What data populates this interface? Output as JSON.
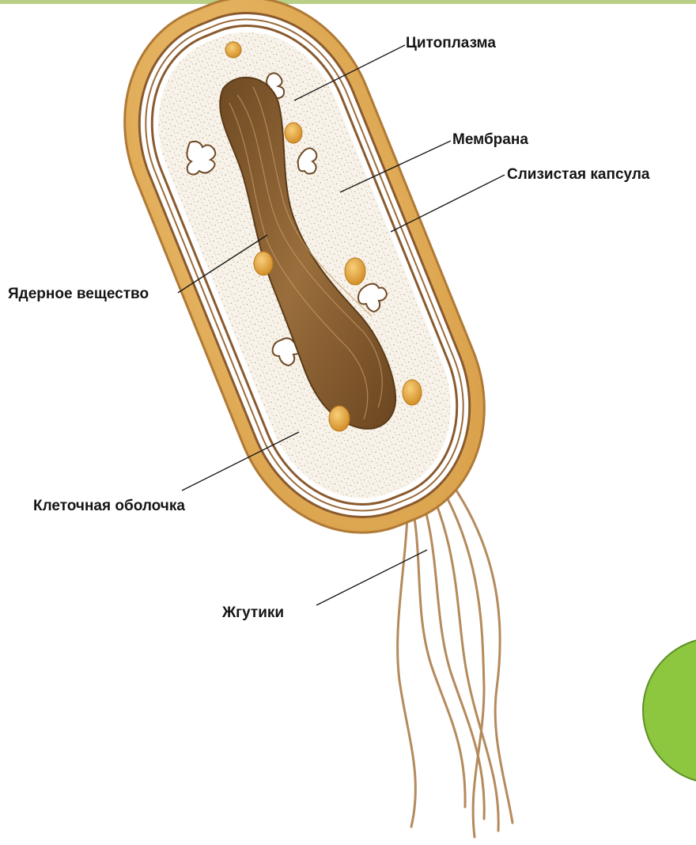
{
  "labels": {
    "cytoplasm": "Цитоплазма",
    "membrane": "Мембрана",
    "slime_capsule": "Слизистая капсула",
    "nuclear_substance": "Ядерное вещество",
    "cell_wall": "Клеточная оболочка",
    "flagella": "Жгутики"
  },
  "colors": {
    "capsule": "#e4b05c",
    "capsule_edge": "#b07a36",
    "wall_band": "#ffffff",
    "wall_line": "#8a5a2e",
    "cytoplasm": "#f7f1e6",
    "nucleoid": "#8c6233",
    "granule": "#e2a23a",
    "flagella": "#b58a5c",
    "accent_circle": "#8dc63f",
    "top_bar": "#b9cf86"
  }
}
